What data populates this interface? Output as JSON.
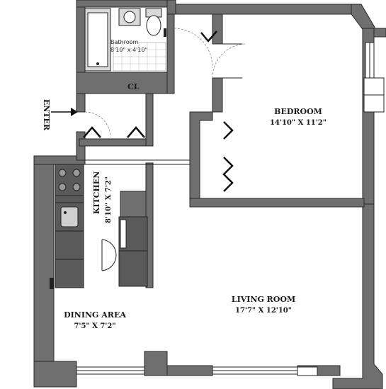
{
  "rooms": {
    "bedroom": {
      "name": "BEDROOM",
      "dims": "14'10\" X 11'2\""
    },
    "living": {
      "name": "LIVING ROOM",
      "dims": "17'7\" X 12'10\""
    },
    "dining": {
      "name": "DINING AREA",
      "dims": "7'5\" X 7'2\""
    },
    "kitchen": {
      "name": "KITCHEN",
      "dims": "8'10\" X 7'2\""
    },
    "bathroom": {
      "name": "Bathroom",
      "dims": "8'10\" x 4'10\""
    }
  },
  "closet_label": "CL",
  "enter_label": "ENTER",
  "colors": {
    "wall": "#6f6f6f",
    "line": "#222222",
    "background": "#ffffff"
  }
}
